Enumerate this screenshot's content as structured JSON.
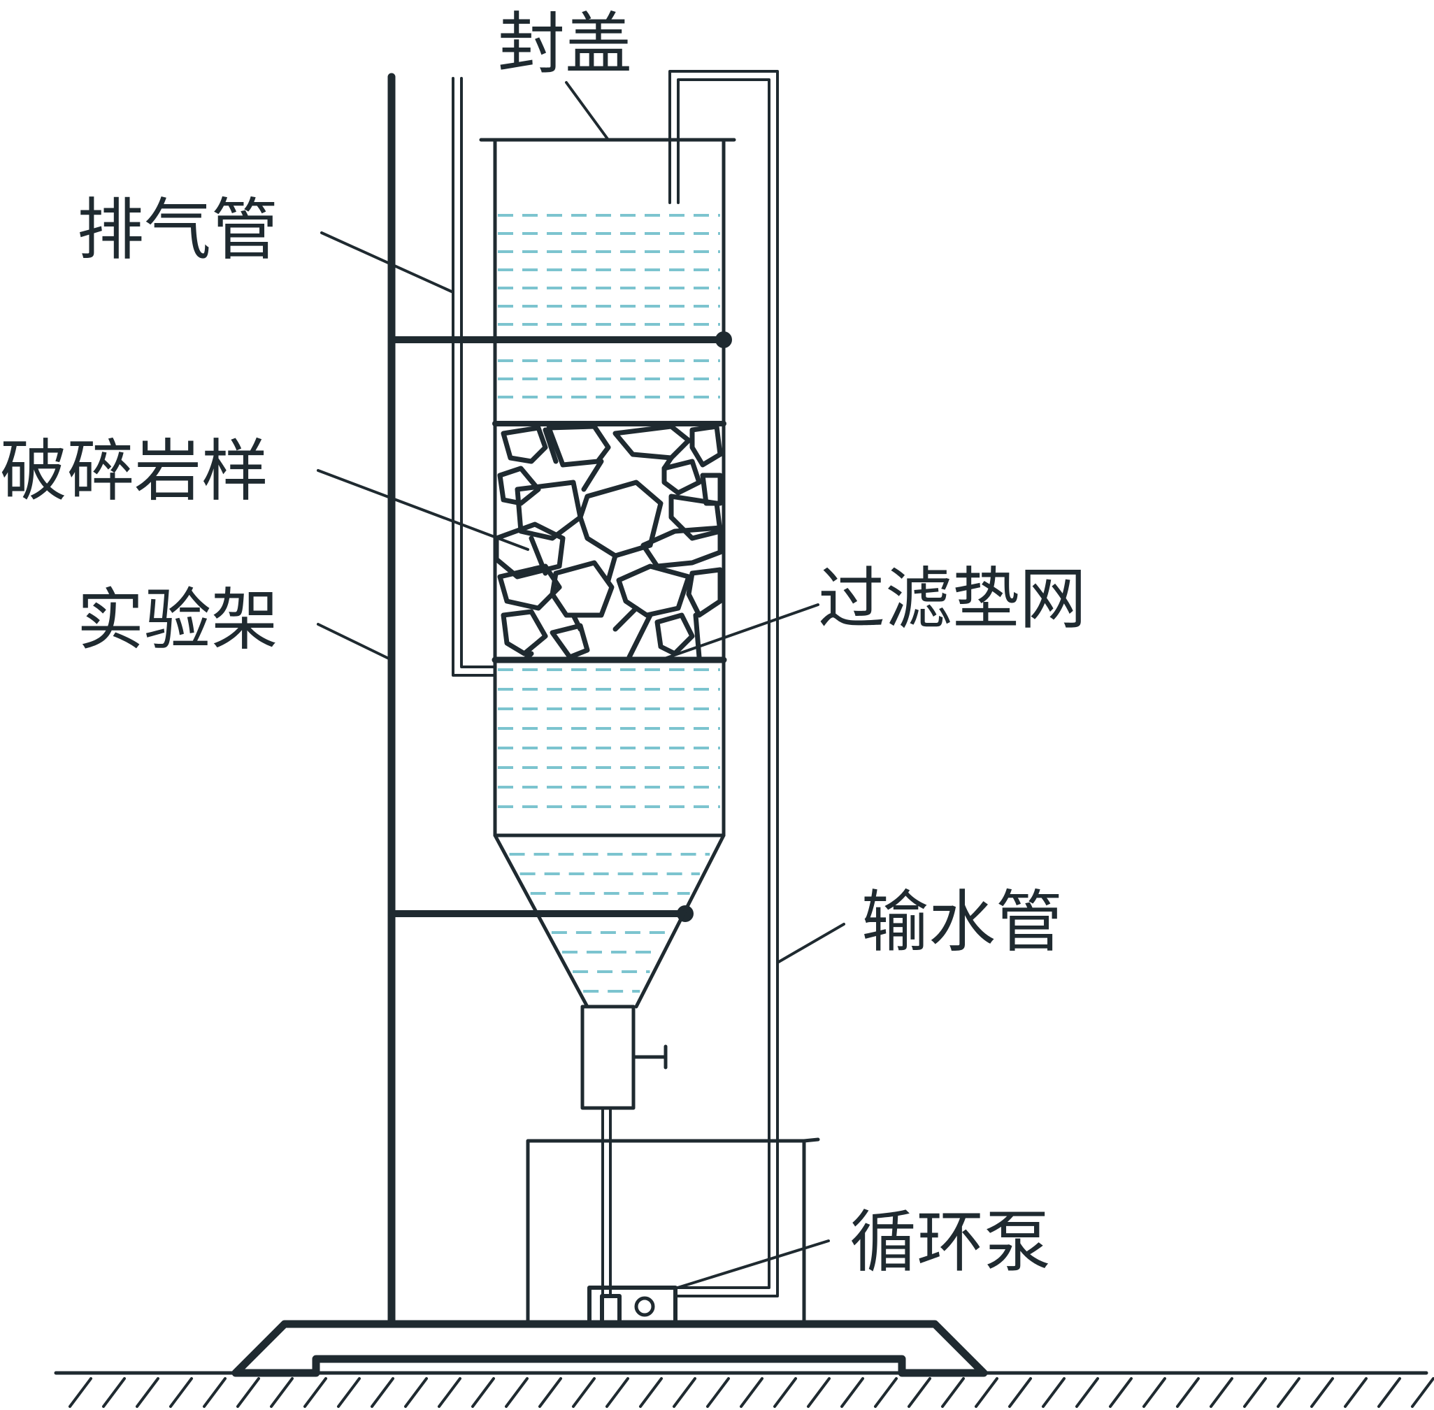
{
  "labels": {
    "cover": "封盖",
    "exhaust_pipe": "排气管",
    "rock_sample": "破碎岩样",
    "frame": "实验架",
    "filter_mesh": "过滤垫网",
    "water_pipe": "输水管",
    "pump": "循环泵"
  },
  "colors": {
    "line": "#1f2a30",
    "water": "#7cc4cf"
  }
}
